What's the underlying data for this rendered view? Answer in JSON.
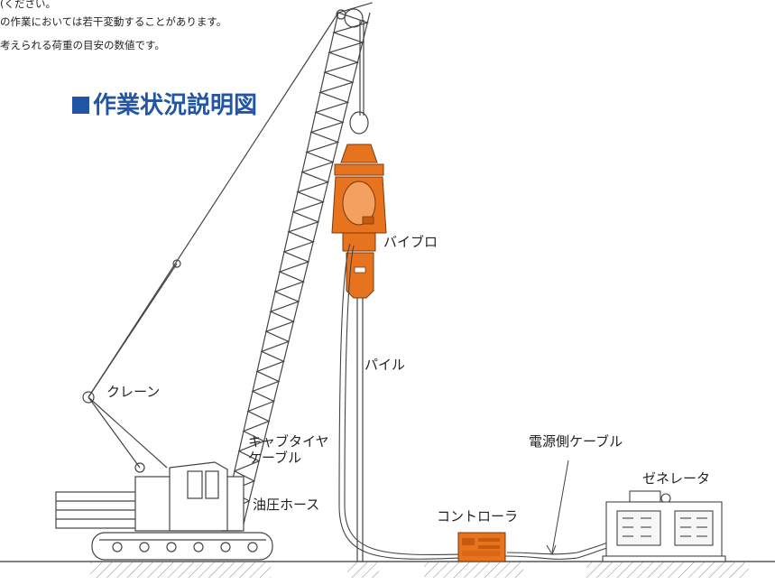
{
  "notes": [
    "(ください。",
    "の作業においては若干変動することがあります。",
    "考えられる荷重の目安の数値です。"
  ],
  "title": "作業状況説明図",
  "labels": {
    "vibro": "バイブロ",
    "pile": "パイル",
    "crane": "クレーン",
    "cabtyre_cable": "キャブタイヤ\nケーブル",
    "hydraulic_hose": "油圧ホース",
    "controller": "コントローラ",
    "power_cable": "電源側ケーブル",
    "generator": "ゼネレータ"
  },
  "colors": {
    "title_blue": "#2255a4",
    "equipment_orange": "#e8731e",
    "line": "#444444"
  },
  "icons": [
    "crane-drawing",
    "vibro-hammer-drawing",
    "controller-box-drawing",
    "generator-drawing"
  ]
}
